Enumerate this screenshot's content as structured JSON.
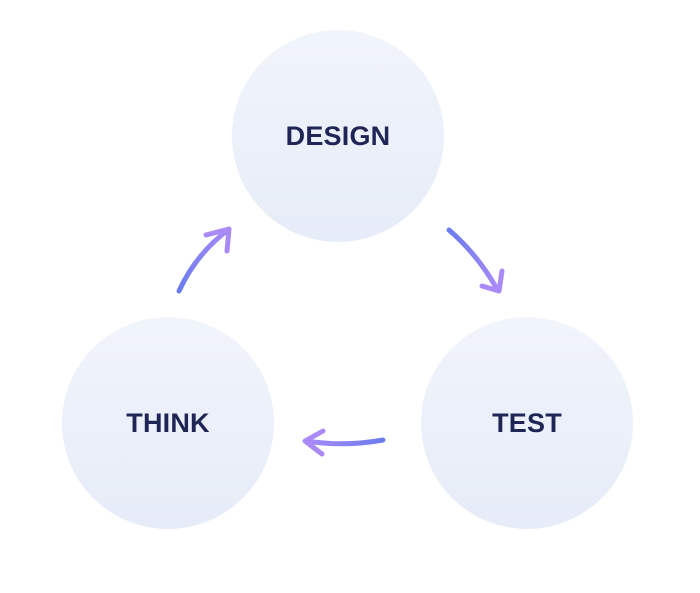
{
  "diagram": {
    "nodes": [
      {
        "id": "design",
        "label": "DESIGN"
      },
      {
        "id": "test",
        "label": "TEST"
      },
      {
        "id": "think",
        "label": "THINK"
      }
    ],
    "edges": [
      {
        "from": "think",
        "to": "design"
      },
      {
        "from": "design",
        "to": "test"
      },
      {
        "from": "test",
        "to": "think"
      }
    ],
    "colors": {
      "node_fill_top": "#f1f4fb",
      "node_fill_bottom": "#e6ecf8",
      "label": "#1f2656",
      "arrow_start": "#6b7cf0",
      "arrow_end": "#a98af6"
    }
  }
}
